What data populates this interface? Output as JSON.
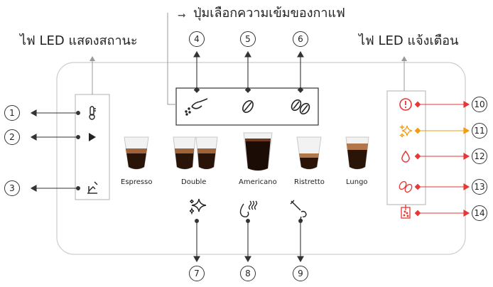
{
  "titles": {
    "strength_buttons": "ปุ่มเลือกความเข้มของกาแฟ",
    "status_leds": "ไฟ LED แสดงสถานะ",
    "warning_leds": "ไฟ LED แจ้งเตือน"
  },
  "drinks": [
    {
      "label": "Espresso"
    },
    {
      "label": "Double"
    },
    {
      "label": "Americano"
    },
    {
      "label": "Ristretto"
    },
    {
      "label": "Lungo"
    }
  ],
  "callouts": {
    "n1": "1",
    "n2": "2",
    "n3": "3",
    "n4": "4",
    "n5": "5",
    "n6": "6",
    "n7": "7",
    "n8": "8",
    "n9": "9",
    "n10": "10",
    "n11": "11",
    "n12": "12",
    "n13": "13",
    "n14": "14"
  },
  "colors": {
    "warning_red": "#e53935",
    "warning_orange": "#f39c12",
    "line": "#333333",
    "panel_border": "#cfcfcf"
  },
  "icons": {
    "status": [
      "thermometer-icon",
      "play-icon",
      "descale-icon"
    ],
    "strength": [
      "coffee-scoop-icon",
      "coffee-bean-icon",
      "two-coffee-beans-icon"
    ],
    "warnings": [
      "alert-icon",
      "sparkle-icon",
      "water-drop-icon",
      "coffee-bean-icon",
      "grounds-container-icon"
    ],
    "bottom": [
      "sparkle-icon",
      "steam-icon",
      "hot-water-icon"
    ]
  }
}
